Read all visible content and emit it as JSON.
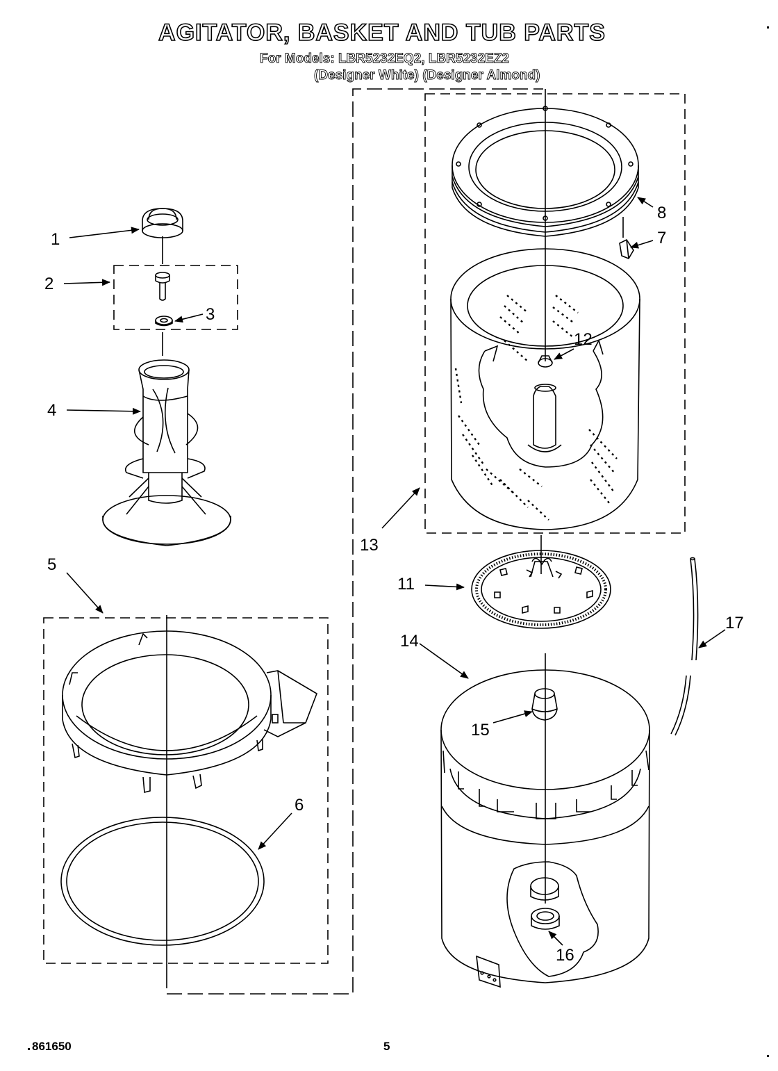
{
  "page": {
    "title": "AGITATOR, BASKET AND TUB PARTS",
    "models_line": "For Models: LBR5232EQ2, LBR5232EZ2",
    "finishes_line": "(Designer White) (Designer Almond)",
    "doc_number": "861650",
    "page_number": "5"
  },
  "callouts": {
    "c1": "1",
    "c2": "2",
    "c3": "3",
    "c4": "4",
    "c5": "5",
    "c6": "6",
    "c7": "7",
    "c8": "8",
    "c11": "11",
    "c12": "12",
    "c13": "13",
    "c14": "14",
    "c15": "15",
    "c16": "16",
    "c17": "17"
  },
  "style": {
    "ink": "#000000",
    "paper": "#ffffff"
  }
}
